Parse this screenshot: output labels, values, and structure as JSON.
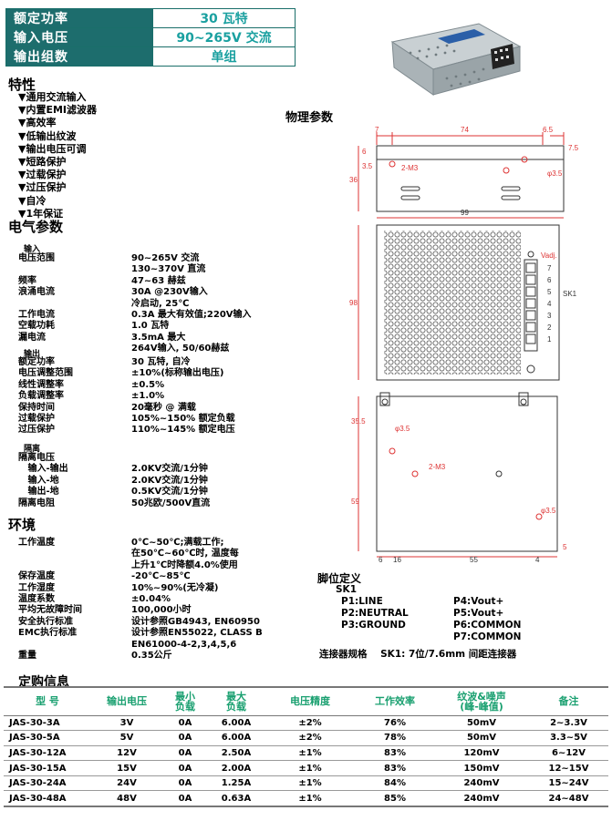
{
  "header": {
    "rows": [
      {
        "label": "额定功率",
        "value": "30 瓦特"
      },
      {
        "label": "输入电压",
        "value": "90~265V 交流"
      },
      {
        "label": "输出组数",
        "value": "单组"
      }
    ]
  },
  "features": {
    "title": "特性",
    "items": [
      "▼通用交流输入",
      "▼内置EMI滤波器",
      "▼高效率",
      "▼低输出纹波",
      "▼输出电压可调",
      "▼短路保护",
      "▼过载保护",
      "▼过压保护",
      "▼自冷",
      "▼1年保证"
    ]
  },
  "electrical": {
    "title": "电气参数",
    "input_title": "输入",
    "input": [
      {
        "k": "电压范围",
        "v": "90~265V 交流"
      },
      {
        "k": "",
        "v": "130~370V 直流"
      },
      {
        "k": "频率",
        "v": "47~63 赫兹"
      },
      {
        "k": "浪涌电流",
        "v": "30A @230V输入"
      },
      {
        "k": "",
        "v": "冷启动, 25℃"
      },
      {
        "k": "工作电流",
        "v": "0.3A 最大有效值;220V输入"
      },
      {
        "k": "空载功耗",
        "v": "1.0 瓦特"
      },
      {
        "k": "漏电流",
        "v": "3.5mA 最大"
      },
      {
        "k": "",
        "v": "264V输入, 50/60赫兹"
      }
    ],
    "output_title": "输出",
    "output": [
      {
        "k": "额定功率",
        "v": "30 瓦特, 自冷"
      },
      {
        "k": "电压调整范围",
        "v": "±10%(标称输出电压)"
      },
      {
        "k": "线性调整率",
        "v": "±0.5%"
      },
      {
        "k": "负载调整率",
        "v": "±1.0%"
      },
      {
        "k": "保持时间",
        "v": "20毫秒 @ 满载"
      },
      {
        "k": "过载保护",
        "v": "105%~150% 额定负载"
      },
      {
        "k": "过压保护",
        "v": "110%~145% 额定电压"
      }
    ],
    "iso_title": "隔离",
    "iso": [
      {
        "k": "隔离电压",
        "v": ""
      },
      {
        "k": "   输入-输出",
        "v": "2.0KV交流/1分钟"
      },
      {
        "k": "   输入-地",
        "v": "2.0KV交流/1分钟"
      },
      {
        "k": "   输出-地",
        "v": "0.5KV交流/1分钟"
      },
      {
        "k": "隔离电阻",
        "v": "50兆欧/500V直流"
      }
    ]
  },
  "environment": {
    "title": "环境",
    "rows": [
      {
        "k": "工作温度",
        "v": "0℃~50℃;满载工作;"
      },
      {
        "k": "",
        "v": "在50℃~60℃时, 温度每"
      },
      {
        "k": "",
        "v": "上升1℃时降额4.0%使用"
      },
      {
        "k": "保存温度",
        "v": "-20℃~85℃"
      },
      {
        "k": "工作湿度",
        "v": "10%~90%(无冷凝)"
      },
      {
        "k": "温度系数",
        "v": "±0.04%"
      },
      {
        "k": "平均无故障时间",
        "v": "100,000小时"
      },
      {
        "k": "安全执行标准",
        "v": "设计参照GB4943, EN60950"
      },
      {
        "k": "EMC执行标准",
        "v": "设计参照EN55022, CLASS B"
      },
      {
        "k": "",
        "v": "EN61000-4-2,3,4,5,6"
      },
      {
        "k": "重量",
        "v": "0.35公斤"
      }
    ]
  },
  "physical": {
    "title": "物理参数",
    "dims_top": [
      "7",
      "74",
      "6.5",
      "6",
      "3.5",
      "2-M3",
      "7.5",
      "φ3.5",
      "36",
      "99"
    ],
    "dims_front": [
      "98",
      "Vadj.",
      "SK1",
      "7",
      "6",
      "5",
      "4",
      "3",
      "2",
      "1"
    ],
    "dims_side": [
      "35.5",
      "φ3.5",
      "2-M3",
      "59",
      "φ3.5",
      "6",
      "16",
      "55",
      "4",
      "5"
    ]
  },
  "pinout": {
    "title": "脚位定义",
    "connector": "SK1",
    "left": [
      "P1:LINE",
      "P2:NEUTRAL",
      "P3:GROUND"
    ],
    "right": [
      "P4:Vout+",
      "P5:Vout+",
      "P6:COMMON",
      "P7:COMMON"
    ],
    "conn_label": "连接器规格",
    "conn_value": "SK1: 7位/7.6mm 间距连接器"
  },
  "order": {
    "title": "定购信息",
    "headers": [
      "型 号",
      "输出电压",
      "最小\n负载",
      "最大\n负载",
      "电压精度",
      "工作效率",
      "纹波&噪声\n(峰-峰值)",
      "备注"
    ],
    "rows": [
      [
        "JAS-30-3A",
        "3V",
        "0A",
        "6.00A",
        "±2%",
        "76%",
        "50mV",
        "2~3.3V"
      ],
      [
        "JAS-30-5A",
        "5V",
        "0A",
        "6.00A",
        "±2%",
        "78%",
        "50mV",
        "3.3~5V"
      ],
      [
        "JAS-30-12A",
        "12V",
        "0A",
        "2.50A",
        "±1%",
        "83%",
        "120mV",
        "6~12V"
      ],
      [
        "JAS-30-15A",
        "15V",
        "0A",
        "2.00A",
        "±1%",
        "83%",
        "150mV",
        "12~15V"
      ],
      [
        "JAS-30-24A",
        "24V",
        "0A",
        "1.25A",
        "±1%",
        "84%",
        "240mV",
        "15~24V"
      ],
      [
        "JAS-30-48A",
        "48V",
        "0A",
        "0.63A",
        "±1%",
        "85%",
        "240mV",
        "24~48V"
      ]
    ]
  }
}
